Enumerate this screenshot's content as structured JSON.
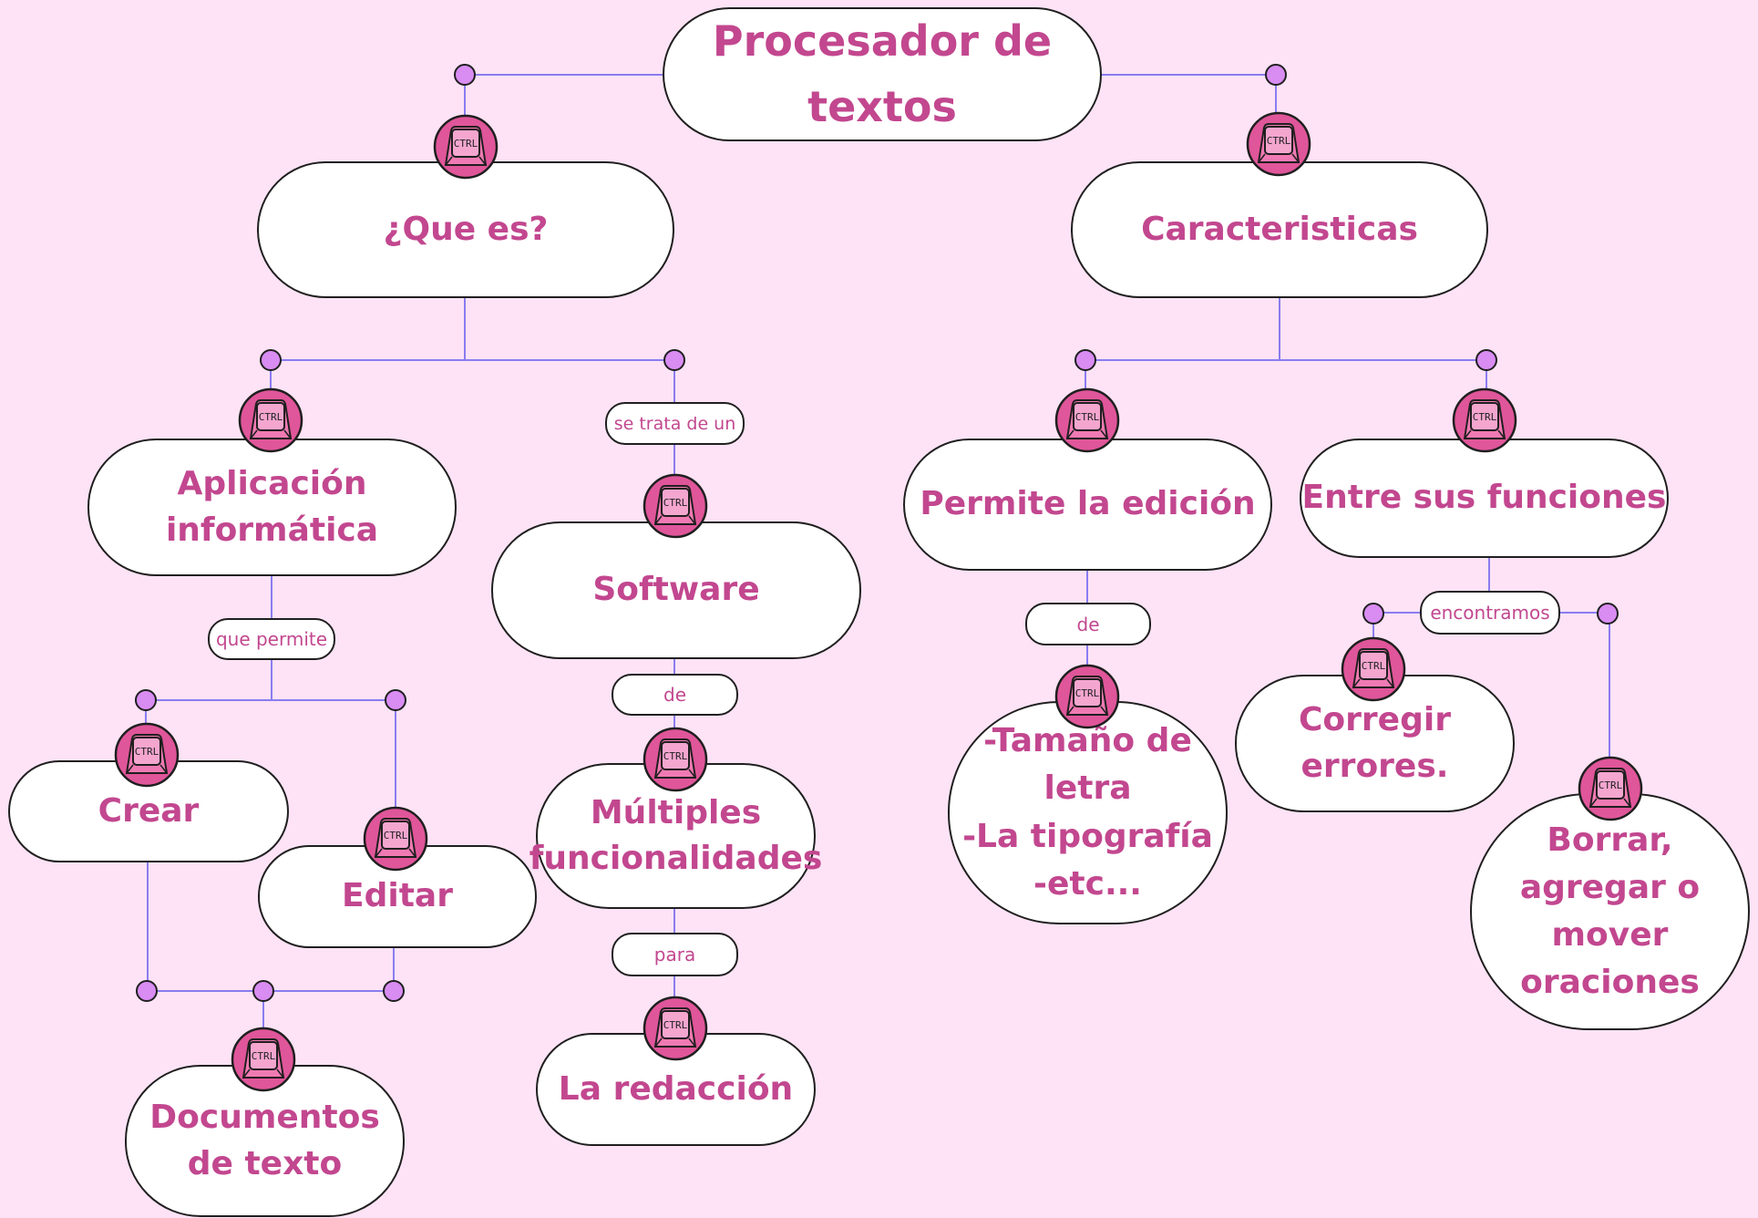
{
  "colors": {
    "background": "#fde3f5",
    "node_fill": "#ffffff",
    "node_text": "#c2478f",
    "connector": "#8a7cf0",
    "dot_fill": "#d98cf2",
    "key_badge": "#e0569a"
  },
  "icon_name": "ctrl-key-icon",
  "key_label": "CTRL",
  "title": "Procesador de\ntextos",
  "branches": {
    "que_es": {
      "label": "¿Que es?",
      "aplicacion": {
        "label": "Aplicación\ninformática",
        "link": "que permite",
        "crear": "Crear",
        "editar": "Editar",
        "documentos": "Documentos\nde texto"
      },
      "software": {
        "link_in": "se trata de un",
        "label": "Software",
        "link_de": "de",
        "funcionalidades": "Múltiples\nfuncionalidades",
        "link_para": "para",
        "redaccion": "La redacción"
      }
    },
    "caracteristicas": {
      "label": "Caracteristicas",
      "edicion": {
        "label": "Permite la edición",
        "link": "de",
        "detalle": "-Tamaño de\nletra\n-La tipografía\n-etc..."
      },
      "funciones": {
        "label": "Entre sus funciones",
        "link": "encontramos",
        "corregir": "Corregir\nerrores.",
        "borrar": "Borrar,\nagregar o\nmover\noraciones"
      }
    }
  }
}
